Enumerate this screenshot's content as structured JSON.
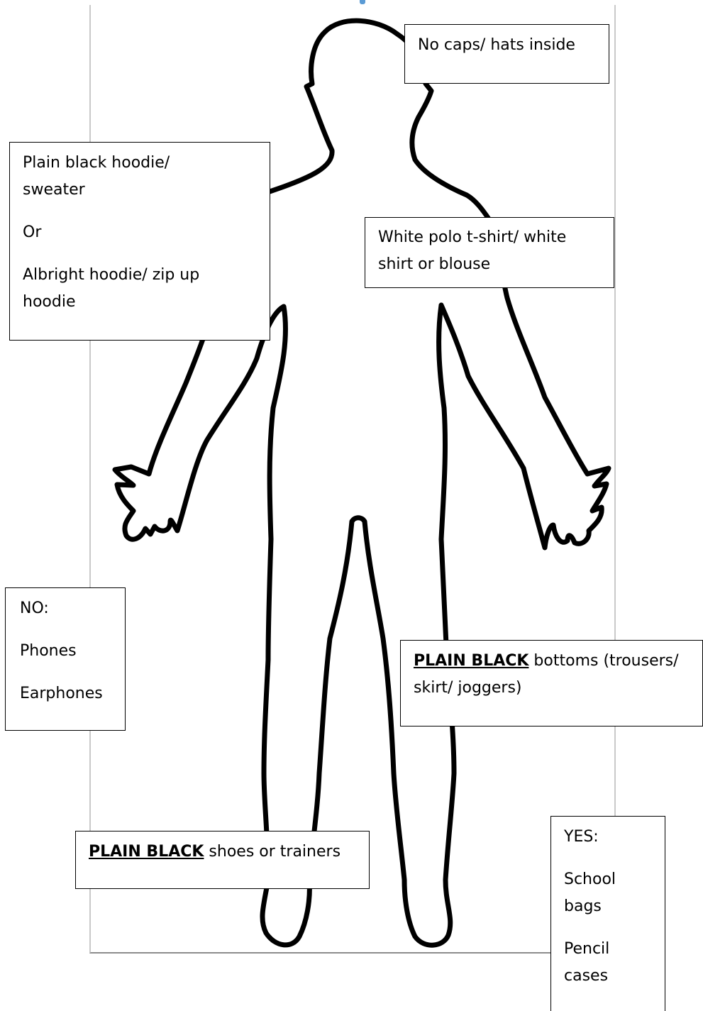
{
  "notes": {
    "caps": {
      "text": "No caps/ hats inside"
    },
    "hoodie": {
      "line1": "Plain black hoodie/",
      "line2": "sweater",
      "line3": "Or",
      "line4": "Albright hoodie/ zip up",
      "line5": "hoodie"
    },
    "shirt": {
      "line1": "White polo t-shirt/ white",
      "line2": "shirt or blouse"
    },
    "no_items": {
      "heading": "NO:",
      "item1": "Phones",
      "item2": "Earphones"
    },
    "bottoms": {
      "emphasis": "PLAIN BLACK",
      "line1_rest": " bottoms (trousers/",
      "line2": "skirt/ joggers)"
    },
    "shoes": {
      "emphasis": "PLAIN BLACK",
      "rest": " shoes or trainers"
    },
    "yes_items": {
      "heading": "YES:",
      "item1_line1": "School",
      "item1_line2": "bags",
      "item2_line1": "Pencil",
      "item2_line2": "cases"
    }
  },
  "colors": {
    "outline": "#000000",
    "frame": "#c9c9c9",
    "accent": "#5b9bd5"
  }
}
